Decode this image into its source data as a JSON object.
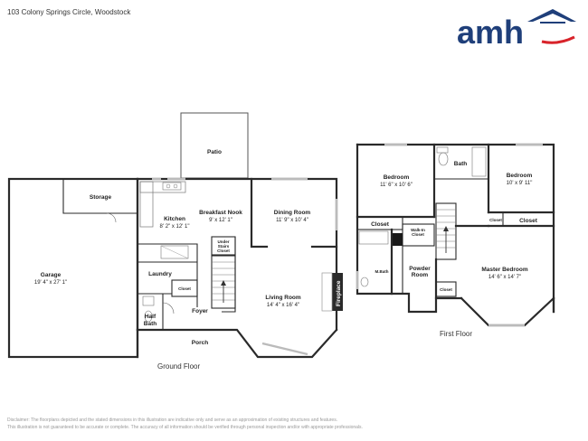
{
  "header": {
    "address": "103 Colony Springs Circle, Woodstock",
    "logo_text": "amh",
    "brand_blue": "#1f3f7a",
    "brand_red": "#d8232a"
  },
  "ground_floor": {
    "label": "Ground Floor",
    "rooms": {
      "patio": {
        "name": "Patio"
      },
      "storage": {
        "name": "Storage"
      },
      "garage": {
        "name": "Garage",
        "dims": "19' 4\" x 27' 1\""
      },
      "kitchen": {
        "name": "Kitchen",
        "dims": "8' 2\" x 12' 1\""
      },
      "breakfast": {
        "name": "Breakfast Nook",
        "dims": "9' x 12' 1\""
      },
      "dining": {
        "name": "Dining Room",
        "dims": "11' 9\" x 10' 4\""
      },
      "under_stairs": {
        "line1": "Under",
        "line2": "Stairs",
        "line3": "Closet"
      },
      "laundry": {
        "name": "Laundry"
      },
      "closet": {
        "name": "Closet"
      },
      "living": {
        "name": "Living Room",
        "dims": "14' 4\" x 16' 4\""
      },
      "fireplace": {
        "name": "Fireplace"
      },
      "half_bath": {
        "line1": "Half",
        "line2": "Bath"
      },
      "foyer": {
        "name": "Foyer"
      },
      "porch": {
        "name": "Porch"
      }
    }
  },
  "first_floor": {
    "label": "First Floor",
    "rooms": {
      "bedroom1": {
        "name": "Bedroom",
        "dims": "11' 6\" x 10' 6\""
      },
      "bath": {
        "name": "Bath"
      },
      "bedroom2": {
        "name": "Bedroom",
        "dims": "10' x 9' 11\""
      },
      "closet_a": {
        "name": "Closet"
      },
      "walkin": {
        "line1": "Walk-In",
        "line2": "Closet"
      },
      "closet_b": {
        "name": "Closet"
      },
      "closet_c": {
        "name": "Closet"
      },
      "mbath": {
        "name": "M.Bath"
      },
      "powder": {
        "line1": "Powder",
        "line2": "Room"
      },
      "master": {
        "name": "Master Bedroom",
        "dims": "14' 6\" x 14' 7\""
      },
      "closet_d": {
        "name": "Closet"
      }
    }
  },
  "disclaimer": {
    "line1": "Disclaimer: The floorplans depicted and the stated dimensions in this illustration are indicative only and serve as an approximation of existing structures and features.",
    "line2": "This illustration is not guaranteed to be accurate or complete. The accuracy of all information should be verified through personal inspection and/or with appropriate professionals."
  }
}
